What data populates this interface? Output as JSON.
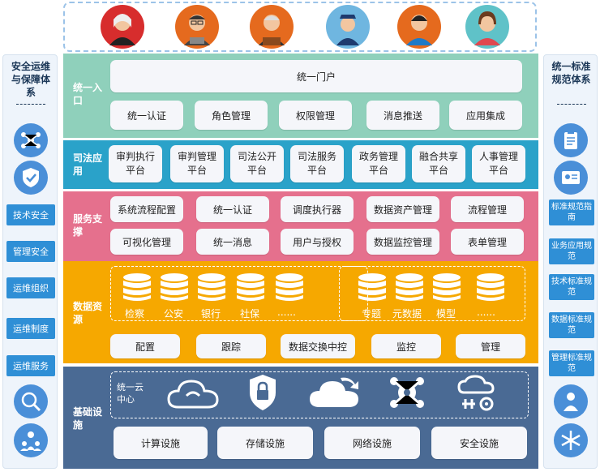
{
  "left_panel": {
    "title": "安全运维与保障体系",
    "buttons": [
      "技术安全",
      "管理安全",
      "运维组织",
      "运维制度",
      "运维服务"
    ]
  },
  "right_panel": {
    "title": "统一标准规范体系",
    "buttons": [
      "标准规范指南",
      "业务应用规范",
      "技术标准规范",
      "数据标准规范",
      "管理标准规范"
    ]
  },
  "layers": {
    "entry": {
      "label": "统一入口",
      "portal": "统一门户",
      "items": [
        "统一认证",
        "角色管理",
        "权限管理",
        "消息推送",
        "应用集成"
      ]
    },
    "app": {
      "label": "司法应用",
      "items": [
        "审判执行平台",
        "审判管理平台",
        "司法公开平台",
        "司法服务平台",
        "政务管理平台",
        "融合共享平台",
        "人事管理平台"
      ]
    },
    "service": {
      "label": "服务支撑",
      "row1": [
        "系统流程配置",
        "统一认证",
        "调度执行器",
        "数据资产管理",
        "流程管理"
      ],
      "row2": [
        "可视化管理",
        "统一消息",
        "用户与授权",
        "数据监控管理",
        "表单管理"
      ]
    },
    "data": {
      "label": "数据资源",
      "dbs_left": [
        "检察",
        "公安",
        "银行",
        "社保",
        "......"
      ],
      "dbs_right": [
        "专题",
        "元数据",
        "模型",
        "......"
      ],
      "items": [
        "配置",
        "跟踪",
        "数据交换中控",
        "监控",
        "管理"
      ]
    },
    "infra": {
      "label": "基础设施",
      "cloud_label": "统一云中心",
      "items": [
        "计算设施",
        "存储设施",
        "网络设施",
        "安全设施"
      ]
    }
  },
  "colors": {
    "entry": "#8fd0bb",
    "app": "#2aa2c9",
    "service": "#e5708d",
    "data": "#f6a800",
    "infra": "#4a6a94"
  }
}
